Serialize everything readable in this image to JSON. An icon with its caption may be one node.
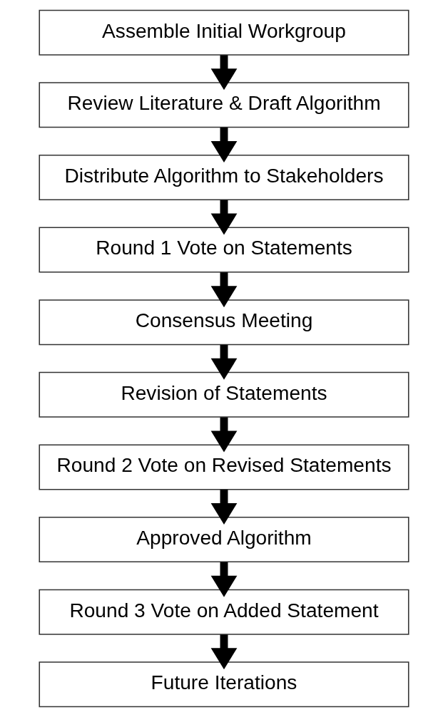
{
  "diagram": {
    "nodes": [
      {
        "text": [
          "Assemble Initial Workgroup"
        ]
      },
      {
        "text": [
          "Review Literature & Draft Algorithm"
        ]
      },
      {
        "text": [
          "Distribute Algorithm to Stakeholders"
        ]
      },
      {
        "text": [
          "Round 1 Vote on Statements"
        ]
      },
      {
        "text": [
          "Consensus Meeting"
        ]
      },
      {
        "text": [
          "Revision of Statements"
        ]
      },
      {
        "text": [
          "Round 2 Vote on Revised Statements"
        ]
      },
      {
        "text": [
          "Approved Algorithm"
        ]
      },
      {
        "text": [
          "Round 3 Vote on Added Statement"
        ]
      },
      {
        "text": [
          "Future Iterations"
        ]
      }
    ],
    "edges": [
      {
        "from": 0,
        "to": 1,
        "arrow": "to"
      },
      {
        "from": 1,
        "to": 2,
        "arrow": "to"
      },
      {
        "from": 2,
        "to": 3,
        "arrow": "to"
      },
      {
        "from": 3,
        "to": 4,
        "arrow": "to"
      },
      {
        "from": 4,
        "to": 5,
        "arrow": "to"
      },
      {
        "from": 5,
        "to": 6,
        "arrow": "to"
      },
      {
        "from": 6,
        "to": 7,
        "arrow": "to"
      },
      {
        "from": 7,
        "to": 8,
        "arrow": "to"
      },
      {
        "from": 8,
        "to": 9,
        "arrow": "to"
      }
    ]
  }
}
